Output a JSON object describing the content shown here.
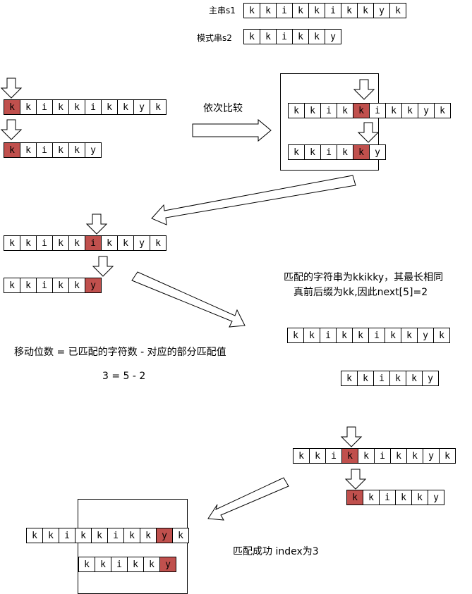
{
  "legend": {
    "main_label": "主串s1",
    "main_chars": [
      "k",
      "k",
      "i",
      "k",
      "k",
      "i",
      "k",
      "k",
      "y",
      "k"
    ],
    "pattern_label": "模式串s2",
    "pattern_chars": [
      "k",
      "k",
      "i",
      "k",
      "k",
      "y"
    ]
  },
  "colors": {
    "highlight": "#c0504d",
    "border": "#000000",
    "background": "#ffffff"
  },
  "icons": [
    "down-arrow-icon",
    "right-arrow-icon",
    "diagonal-arrow-icon"
  ],
  "step1": {
    "main_chars": [
      "k",
      "k",
      "i",
      "k",
      "k",
      "i",
      "k",
      "k",
      "y",
      "k"
    ],
    "main_highlight": 0,
    "pattern_chars": [
      "k",
      "k",
      "i",
      "k",
      "k",
      "y"
    ],
    "pattern_highlight": 0,
    "caption": "依次比较"
  },
  "step2": {
    "main_chars": [
      "k",
      "k",
      "i",
      "k",
      "k",
      "i",
      "k",
      "k",
      "y",
      "k"
    ],
    "main_highlight": 4,
    "pattern_chars": [
      "k",
      "k",
      "i",
      "k",
      "k",
      "y"
    ],
    "pattern_highlight": 4
  },
  "step3": {
    "main_chars": [
      "k",
      "k",
      "i",
      "k",
      "k",
      "i",
      "k",
      "k",
      "y",
      "k"
    ],
    "main_highlight": 5,
    "pattern_chars": [
      "k",
      "k",
      "i",
      "k",
      "k",
      "y"
    ],
    "pattern_highlight": 5,
    "note_line1": "匹配的字符串为kkikky，其最长相同",
    "note_line2": "真前后缀为kk,因此next[5]=2",
    "formula": "移动位数 = 已匹配的字符数 - 对应的部分匹配值",
    "equation": "3 = 5 - 2"
  },
  "step4": {
    "main_chars": [
      "k",
      "k",
      "i",
      "k",
      "k",
      "i",
      "k",
      "k",
      "y",
      "k"
    ],
    "pattern_chars": [
      "k",
      "k",
      "i",
      "k",
      "k",
      "y"
    ]
  },
  "step5": {
    "main_chars": [
      "k",
      "k",
      "i",
      "k",
      "k",
      "i",
      "k",
      "k",
      "y",
      "k"
    ],
    "main_highlight": 3,
    "pattern_chars": [
      "k",
      "k",
      "i",
      "k",
      "k",
      "y"
    ],
    "pattern_highlight": 0
  },
  "step6": {
    "main_chars": [
      "k",
      "k",
      "i",
      "k",
      "k",
      "i",
      "k",
      "k",
      "y",
      "k"
    ],
    "main_highlight": 8,
    "pattern_chars": [
      "k",
      "k",
      "i",
      "k",
      "k",
      "y"
    ],
    "pattern_highlight": 5,
    "result": "匹配成功 index为3"
  }
}
